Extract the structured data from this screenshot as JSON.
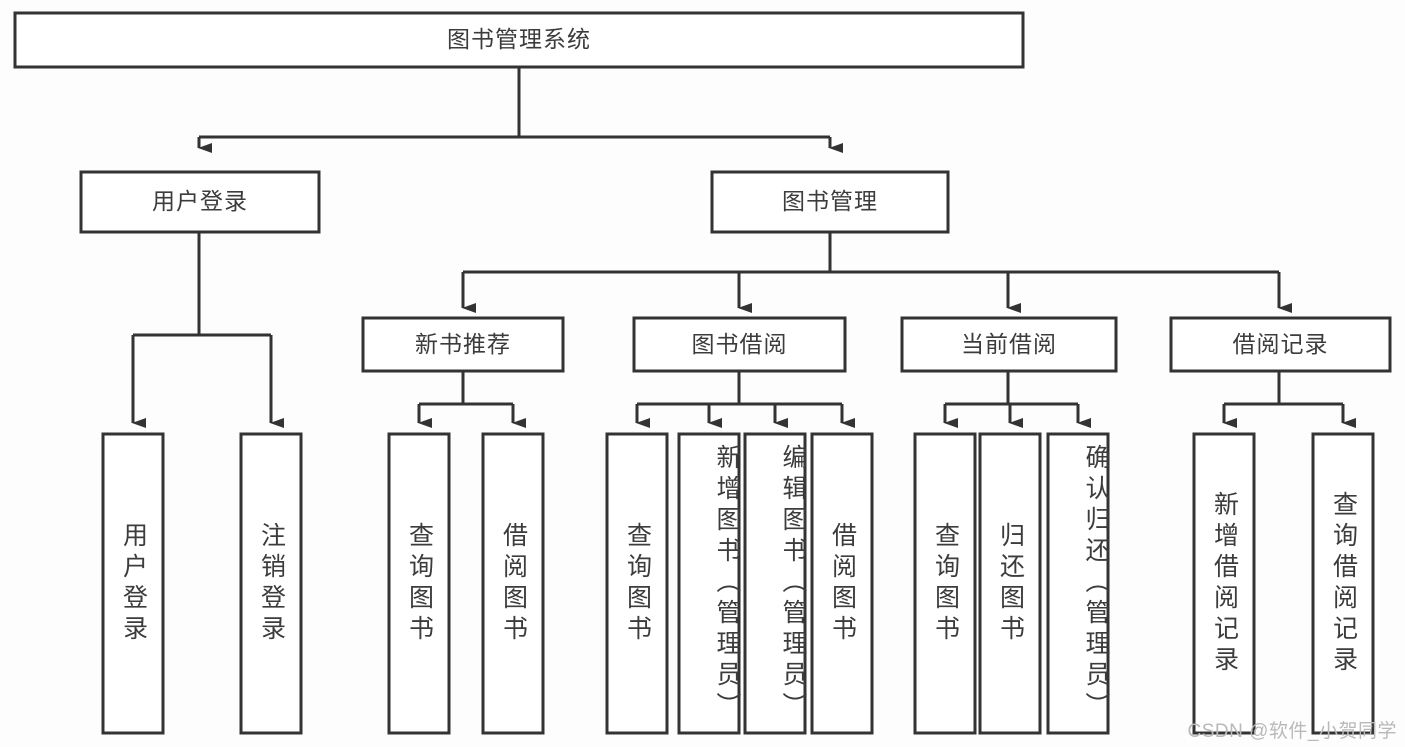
{
  "diagram": {
    "title": "图书管理系统",
    "type": "tree-hierarchy-diagram",
    "colors": {
      "background": "#fdfdfd",
      "node_fill": "#ffffff",
      "stroke": "#333333",
      "text": "#3c3c3c",
      "watermark": "#b9b9b9"
    },
    "root": {
      "label": "图书管理系统",
      "orientation": "horizontal"
    },
    "level1": [
      {
        "label": "用户登录",
        "orientation": "horizontal"
      },
      {
        "label": "图书管理",
        "orientation": "horizontal"
      }
    ],
    "level2": [
      {
        "label": "新书推荐",
        "orientation": "horizontal"
      },
      {
        "label": "图书借阅",
        "orientation": "horizontal"
      },
      {
        "label": "当前借阅",
        "orientation": "horizontal"
      },
      {
        "label": "借阅记录",
        "orientation": "horizontal"
      }
    ],
    "leaves": {
      "user_login": [
        {
          "label": "用户登录",
          "orientation": "vertical"
        },
        {
          "label": "注销登录",
          "orientation": "vertical"
        }
      ],
      "new_book_recommend": [
        {
          "label": "查询图书",
          "orientation": "vertical"
        },
        {
          "label": "借阅图书",
          "orientation": "vertical"
        }
      ],
      "book_borrow": [
        {
          "label": "查询图书",
          "orientation": "vertical"
        },
        {
          "label": "新增图书（管理员）",
          "orientation": "vertical"
        },
        {
          "label": "编辑图书（管理员）",
          "orientation": "vertical"
        },
        {
          "label": "借阅图书",
          "orientation": "vertical"
        }
      ],
      "current_borrow": [
        {
          "label": "查询图书",
          "orientation": "vertical"
        },
        {
          "label": "归还图书",
          "orientation": "vertical"
        },
        {
          "label": "确认归还（管理员）",
          "orientation": "vertical"
        }
      ],
      "borrow_record": [
        {
          "label": "新增借阅记录",
          "orientation": "vertical"
        },
        {
          "label": "查询借阅记录",
          "orientation": "vertical"
        }
      ]
    }
  },
  "watermark": {
    "text": "CSDN @软件_小贺同学"
  }
}
